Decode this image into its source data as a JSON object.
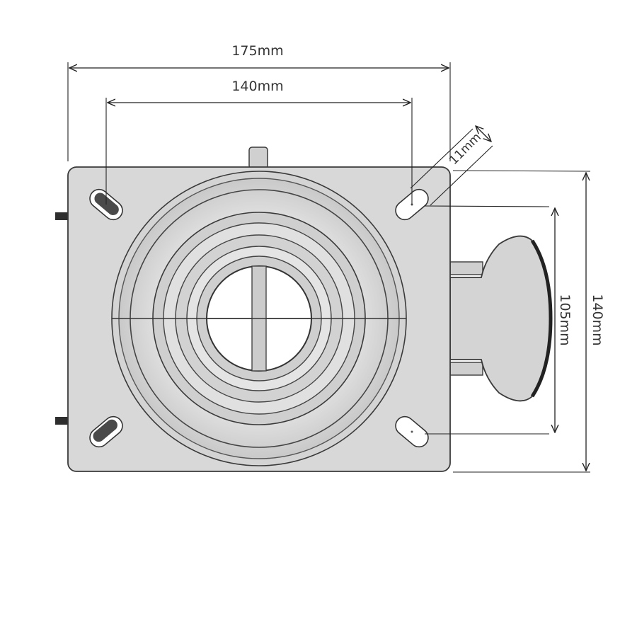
{
  "dimensions": {
    "overall_width": "175mm",
    "hole_spacing_width": "140mm",
    "slot_width": "11mm",
    "hole_spacing_height": "105mm",
    "overall_height": "140mm"
  },
  "colors": {
    "plate": "#d8d8d8",
    "outline": "#3a3a3a",
    "dim_line": "#222222",
    "slot": "#ffffff",
    "slot_shadow": "#4a4a4a"
  }
}
